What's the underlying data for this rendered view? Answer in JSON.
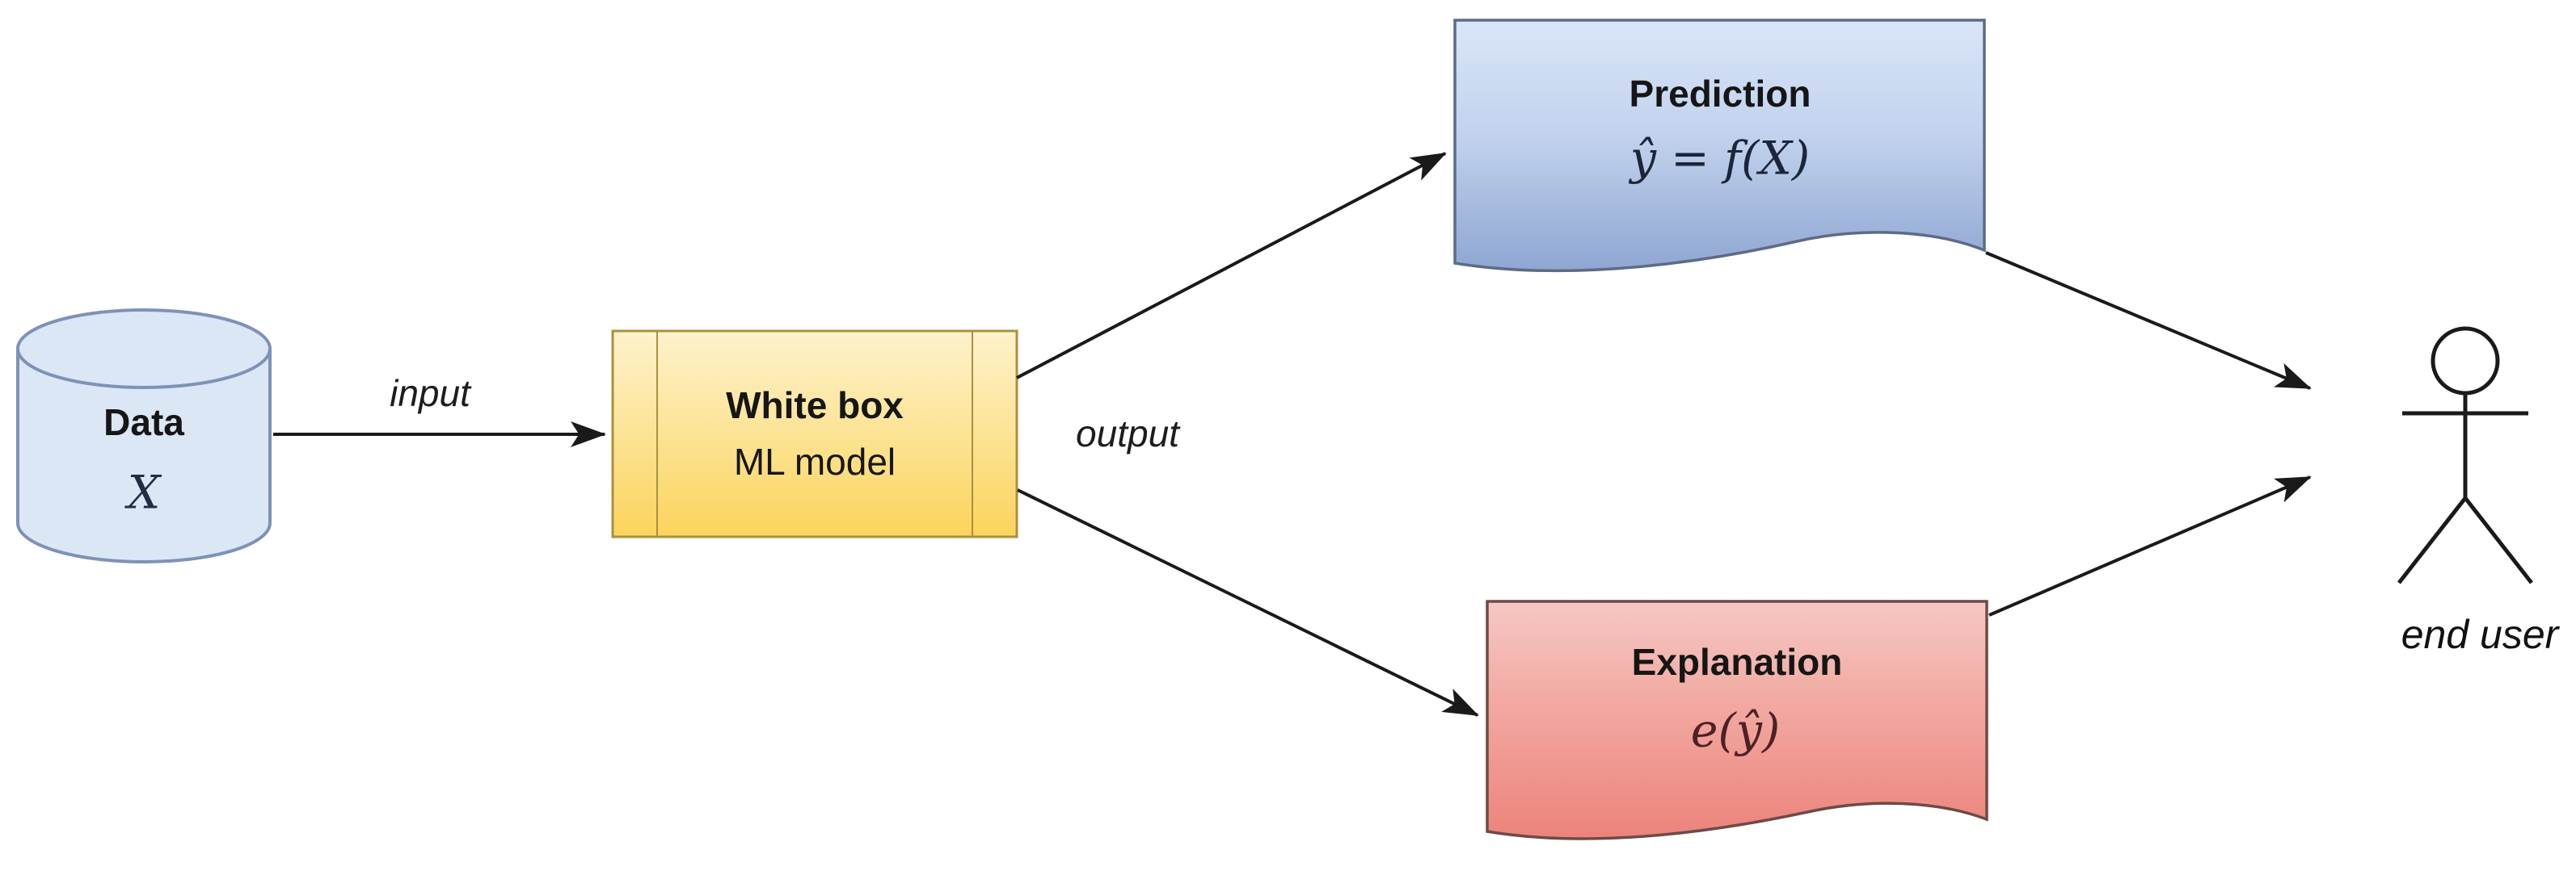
{
  "diagram": {
    "title_hint": "White-box ML model explanation flow diagram",
    "data_store": {
      "title": "Data",
      "symbol": "X"
    },
    "edges": {
      "input_label": "input",
      "output_label": "output"
    },
    "model": {
      "title": "White box",
      "subtitle": "ML model"
    },
    "prediction": {
      "title": "Prediction",
      "formula": "ŷ = f(X)"
    },
    "explanation": {
      "title": "Explanation",
      "formula": "e(ŷ)"
    },
    "end_user": {
      "label": "end user"
    },
    "colors": {
      "background": "#ffffff",
      "cylinder_fill": "#dce7f6",
      "cylinder_stroke": "#7e92b8",
      "box_fill_top": "#fdf2cc",
      "box_fill_bottom": "#fcd45c",
      "box_stroke": "#a8913f",
      "prediction_fill_top": "#d9e5f8",
      "prediction_fill_bottom": "#8ea6d2",
      "prediction_stroke": "#5d6b85",
      "explanation_fill_top": "#f6c8c4",
      "explanation_fill_bottom": "#ec837b",
      "explanation_stroke": "#6d4a47",
      "line_color": "#1a1a1a"
    }
  }
}
